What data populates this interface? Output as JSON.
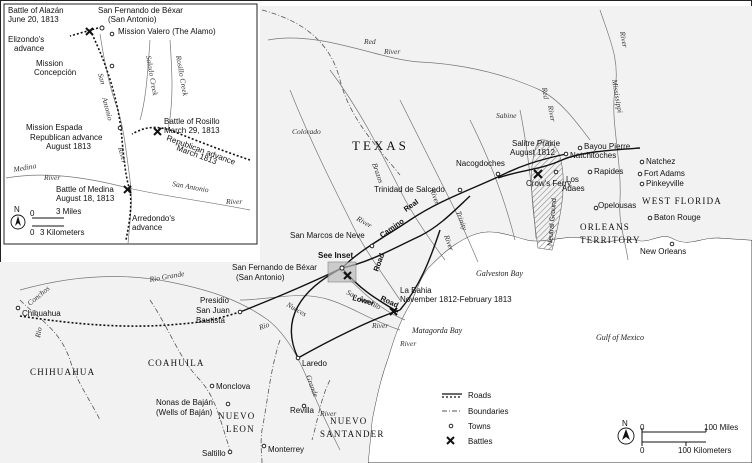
{
  "inset": {
    "battles": [
      {
        "name": "Battle of Alazán",
        "date": "June 20, 1813"
      },
      {
        "name": "Battle of Rosillo",
        "date": "March 29, 1813"
      },
      {
        "name": "Battle of Medina",
        "date": "August 18, 1813"
      }
    ],
    "town": "San Fernando de Béxar",
    "town2": "(San Antonio)",
    "missions": [
      "Mission Valero (The Alamo)",
      "Mission",
      "Concepción",
      "Mission Espada"
    ],
    "advances": [
      "Elizondo's",
      "advance",
      "Republican advance",
      "August 1813",
      "Republican advance",
      "March 1813",
      "Arredondo's",
      "advance"
    ],
    "rivers": [
      "San",
      "Antonio",
      "Salado Creek",
      "Rosillo Creek",
      "River",
      "Medina",
      "River",
      "San Antonio",
      "River"
    ],
    "scale": {
      "miles": "3 Miles",
      "km": "3 Kilometers",
      "zero": "0",
      "north": "N"
    }
  },
  "main": {
    "regions": [
      "TEXAS",
      "COAHUILA",
      "CHIHUAHUA",
      "NUEVO",
      "LEON",
      "NUEVO",
      "SANTANDER",
      "ORLEANS",
      "TERRITORY",
      "WEST FLORIDA",
      "Neutral Ground"
    ],
    "water": [
      "Gulf of Mexico",
      "Galveston Bay",
      "Matagorda Bay"
    ],
    "rivers": [
      "Red",
      "River",
      "Colorado",
      "Brazos",
      "River",
      "Trinity",
      "Sabine",
      "Red",
      "River",
      "Mississippi",
      "River",
      "River",
      "River",
      "Rio Grande",
      "Conchos",
      "Rio",
      "Nueces",
      "Rio",
      "Grande",
      "San Antonio",
      "River",
      "River",
      "River"
    ],
    "towns": [
      "Bayou Pierre",
      "Nacogdoches",
      "Natchitoches",
      "Crow's Ferry",
      "Los",
      "Adaes",
      "Rapides",
      "Natchez",
      "Fort Adams",
      "Pinkeyville",
      "Trinidad de Salcedo",
      "Opelousas",
      "Baton Rouge",
      "New Orleans",
      "San Marcos de Neve",
      "San Fernando de Béxar",
      "(San Antonio)",
      "Presidio",
      "San Juan",
      "Bautista",
      "Chihuahua",
      "Laredo",
      "Monclova",
      "Revilla",
      "Nonas de Baján",
      "(Wells of Baján)",
      "Saltillo",
      "Monterrey"
    ],
    "battles": [
      {
        "name": "Salitre Prairie",
        "date": "August 1812"
      },
      {
        "name": "La Bahia",
        "date": "November 1812-February 1813"
      }
    ],
    "roads": [
      "Camino",
      "Real",
      "Road",
      "Lower",
      "Road"
    ],
    "see_inset": "See Inset",
    "scale": {
      "miles": "100 Miles",
      "km": "100 Kilometers",
      "zero": "0",
      "north": "N"
    }
  },
  "legend": {
    "roads": "Roads",
    "boundaries": "Boundaries",
    "towns": "Towns",
    "battles": "Battles"
  }
}
